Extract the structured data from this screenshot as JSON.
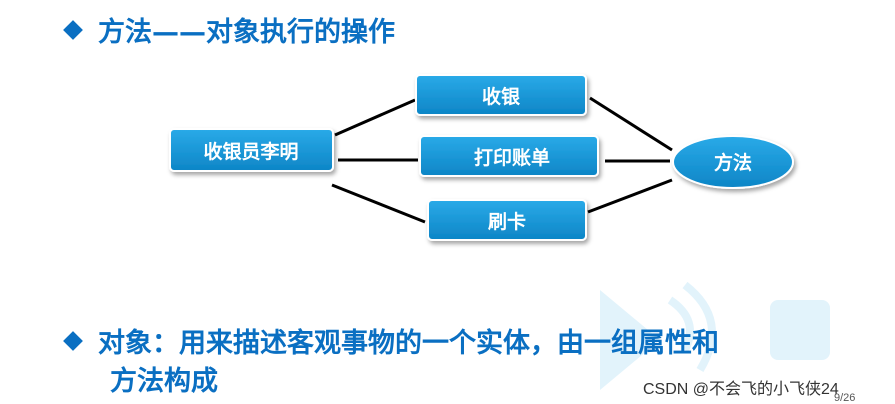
{
  "heading_top": "方法——对象执行的操作",
  "heading_bottom_line1": "对象：用来描述客观事物的一个实体，由一组属性和",
  "heading_bottom_line2": "方法构成",
  "diagram": {
    "object_node": "收银员李明",
    "method_nodes": [
      "收银",
      "打印账单",
      "刷卡"
    ],
    "target_node": "方法"
  },
  "colors": {
    "accent": "#0a6fc2",
    "node_fill": "#1a9fe0",
    "node_fill_dark": "#0d83c4"
  },
  "watermark": {
    "credit": "CSDN @不会飞的小飞侠24",
    "page": "9/26"
  }
}
